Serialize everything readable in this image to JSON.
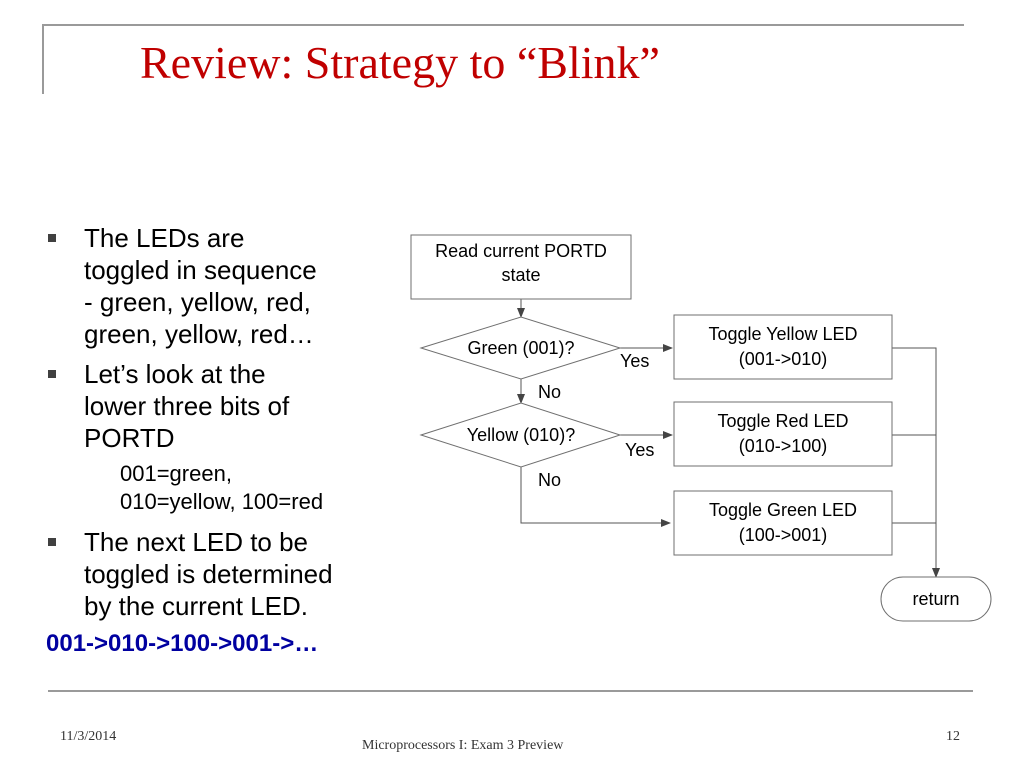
{
  "slide": {
    "title": "Review: Strategy to “Blink”",
    "bullets": [
      {
        "lines": [
          "The LEDs are",
          "toggled in sequence",
          "- green, yellow, red,",
          "green, yellow, red…"
        ]
      },
      {
        "lines": [
          "Let’s look at the",
          "lower three bits of",
          "PORTD"
        ]
      },
      {
        "lines": [
          "The next LED to be",
          "toggled is determined",
          "by the current LED."
        ]
      }
    ],
    "sub_lines": [
      "001=green,",
      "010=yellow,  100=red"
    ],
    "sequence": "001->010->100->001->…"
  },
  "flowchart": {
    "read_box": [
      "Read current PORTD",
      "state"
    ],
    "decision_green": "Green (001)?",
    "decision_yellow": "Yellow (010)?",
    "yes_label": "Yes",
    "no_label": "No",
    "toggle_yellow": [
      "Toggle Yellow LED",
      "(001->010)"
    ],
    "toggle_red": [
      "Toggle Red LED",
      "(010->100)"
    ],
    "toggle_green": [
      "Toggle Green LED",
      "(100->001)"
    ],
    "return_label": "return"
  },
  "footer": {
    "date": "11/3/2014",
    "course": "Microprocessors I:  Exam 3 Preview",
    "page": "12"
  }
}
